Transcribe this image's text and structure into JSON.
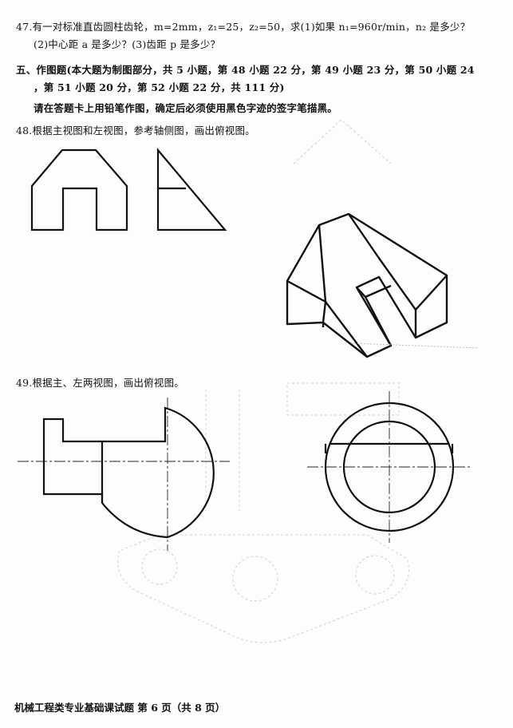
{
  "q47": {
    "line1": "47.有一对标准直齿圆柱齿轮，m=2mm，z₁=25，z₂=50，求(1)如果 n₁=960r/min，n₂ 是多少？",
    "line2": "(2)中心距 a 是多少？(3)齿距 p 是多少？"
  },
  "section5": {
    "line1": "五、作图题(本大题为制图部分，共 5 小题，第 48 小题 22 分，第 49 小题 23 分，第 50 小题 24",
    "line2": "，第 51 小题 20 分，第 52 小题 22 分，共 111 分)",
    "instruction": "请在答题卡上用铅笔作图，确定后必须使用黑色字迹的签字笔描黑。"
  },
  "q48": {
    "prompt": "48.根据主视图和左视图，参考轴侧图，画出俯视图。"
  },
  "q49": {
    "prompt": "49.根据主、左两视图，画出俯视图。"
  },
  "footer": {
    "text": "机械工程类专业基础课试题  第 6 页（共 8 页）"
  }
}
